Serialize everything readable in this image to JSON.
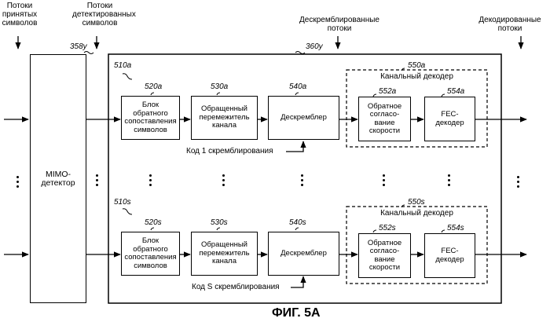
{
  "headers": {
    "received_streams": "Потоки\nпринятых\nсимволов",
    "detected_streams": "Потоки\nдетектированных\nсимволов",
    "descrambled_streams": "Дескремблированные\nпотоки",
    "decoded_streams": "Декодированные\nпотоки"
  },
  "refs": {
    "mimo": "358y",
    "rx_processor": "360y",
    "top_chain": "510a",
    "bottom_chain": "510s",
    "demap_a": "520a",
    "deint_a": "530a",
    "descr_a": "540a",
    "chdec_a": "550a",
    "rate_a": "552a",
    "fec_a": "554a",
    "demap_s": "520s",
    "deint_s": "530s",
    "descr_s": "540s",
    "chdec_s": "550s",
    "rate_s": "552s",
    "fec_s": "554s"
  },
  "blocks": {
    "mimo": "MIMO-\nдетектор",
    "demap": "Блок\nобратного\nсопоставления\nсимволов",
    "deint": "Обращенный\nперемежитель\nканала",
    "descr": "Дескремблер",
    "chdec_title": "Канальный декодер",
    "rate": "Обратное\nсогласо-\nвание\nскорости",
    "fec": "FEC-\nдекодер"
  },
  "codes": {
    "code_1": "Код 1 скремблирования",
    "code_s": "Код S скремблирования"
  },
  "caption": "ФИГ. 5A"
}
